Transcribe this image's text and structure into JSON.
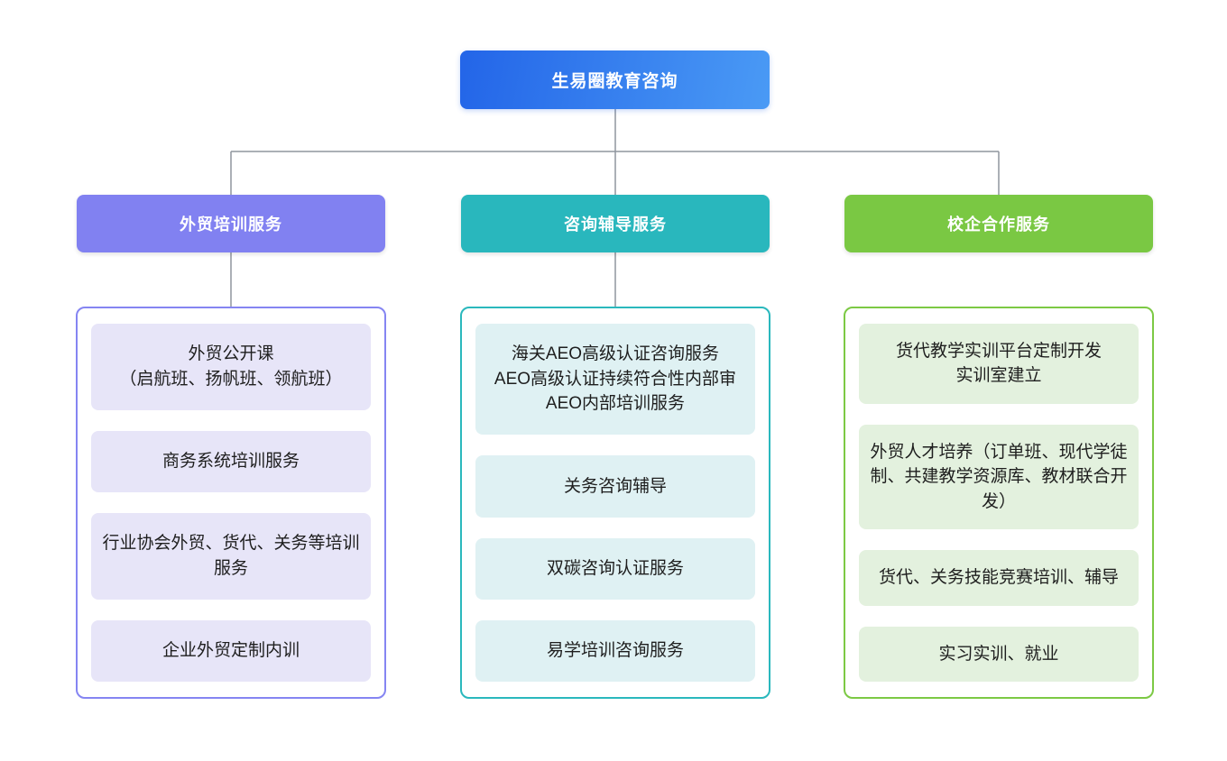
{
  "root": {
    "label": "生易圈教育咨询",
    "gradient_start": "#2365E8",
    "gradient_end": "#4A9AF5",
    "text_color": "#FFFFFF"
  },
  "connector_color": "#8F959E",
  "branches": [
    {
      "id": "trade-training",
      "label": "外贸培训服务",
      "header_color": "#8181F1",
      "border_color": "#8585F2",
      "item_bg_color": "#E7E5F8",
      "items": [
        "外贸公开课\n（启航班、扬帆班、领航班）",
        "商务系统培训服务",
        "行业协会外贸、货代、关务等培训服务",
        "企业外贸定制内训"
      ]
    },
    {
      "id": "consulting-coaching",
      "label": "咨询辅导服务",
      "header_color": "#29B7BD",
      "border_color": "#2AB8BD",
      "item_bg_color": "#DFF1F3",
      "items": [
        "海关AEO高级认证咨询服务\nAEO高级认证持续符合性内部审\nAEO内部培训服务",
        "关务咨询辅导",
        "双碳咨询认证服务",
        "易学培训咨询服务"
      ]
    },
    {
      "id": "school-enterprise",
      "label": "校企合作服务",
      "header_color": "#7AC843",
      "border_color": "#7CC944",
      "item_bg_color": "#E3F1DE",
      "items": [
        "货代教学实训平台定制开发\n实训室建立",
        "外贸人才培养（订单班、现代学徒制、共建教学资源库、教材联合开发）",
        "货代、关务技能竞赛培训、辅导",
        "实习实训、就业"
      ]
    }
  ]
}
